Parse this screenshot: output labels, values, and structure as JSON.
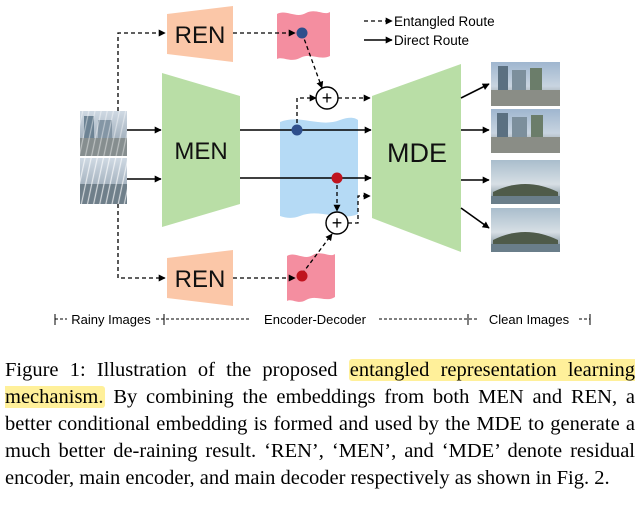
{
  "diagram": {
    "blocks": {
      "ren_top": "REN",
      "ren_bottom": "REN",
      "men": "MEN",
      "mde": "MDE"
    },
    "operator_symbol": "+",
    "legend": {
      "entangled": "Entangled Route",
      "direct": "Direct Route"
    },
    "stages": {
      "input": "Rainy Images",
      "middle": "Encoder-Decoder",
      "output": "Clean Images"
    },
    "colors": {
      "ren_fill": "#fbc7a8",
      "encoder_decoder_fill": "#b9dea6",
      "embedding_fill": "#b5daf5",
      "residual_fill": "#f48ea0",
      "node_blue": "#2e4f8c",
      "node_red": "#c0141e"
    }
  },
  "caption": {
    "label": "Figure 1:",
    "text_before": "Illustration of the proposed",
    "highlight": "entangled representation learning mechanism.",
    "text_after": "By combining the embeddings from both MEN and REN, a better conditional embedding is formed and used by the MDE to generate a much better de-raining result. ‘REN’, ‘MEN’, and ‘MDE’ denote residual encoder, main encoder, and main decoder respectively as shown in Fig. 2."
  }
}
